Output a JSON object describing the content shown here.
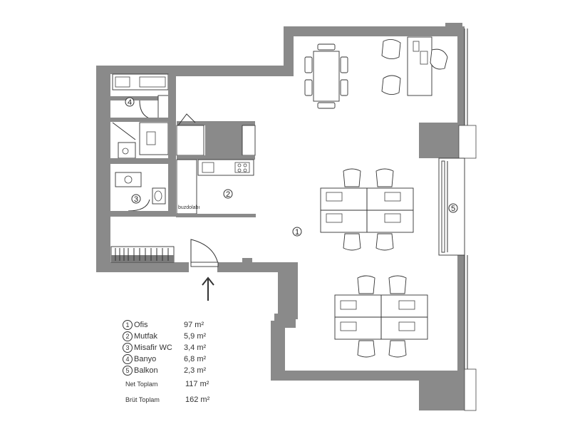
{
  "rooms": {
    "office": {
      "num": "1"
    },
    "kitchen": {
      "num": "2"
    },
    "guest_wc": {
      "num": "3"
    },
    "bathroom": {
      "num": "4"
    },
    "balcony": {
      "num": "5"
    }
  },
  "kitchen_text": "buzdolabı",
  "legend": [
    {
      "num": "1",
      "name": "Ofis",
      "area": "97 m²"
    },
    {
      "num": "2",
      "name": "Mutfak",
      "area": "5,9 m²"
    },
    {
      "num": "3",
      "name": "Misafir WC",
      "area": "3,4 m²"
    },
    {
      "num": "4",
      "name": "Banyo",
      "area": "6,8 m²"
    },
    {
      "num": "5",
      "name": "Balkon",
      "area": "2,3 m²"
    }
  ],
  "totals": {
    "net_label": "Net Toplam",
    "net_area": "117 m²",
    "gross_label": "Brüt Toplam",
    "gross_area": "162 m²"
  },
  "colors": {
    "wall": "#8a8a8a",
    "line": "#333333"
  },
  "icons": [
    "entrance-arrow-icon",
    "door-swing-icon",
    "chair-icon",
    "desk-icon",
    "sink-icon",
    "toilet-icon",
    "stove-icon"
  ]
}
